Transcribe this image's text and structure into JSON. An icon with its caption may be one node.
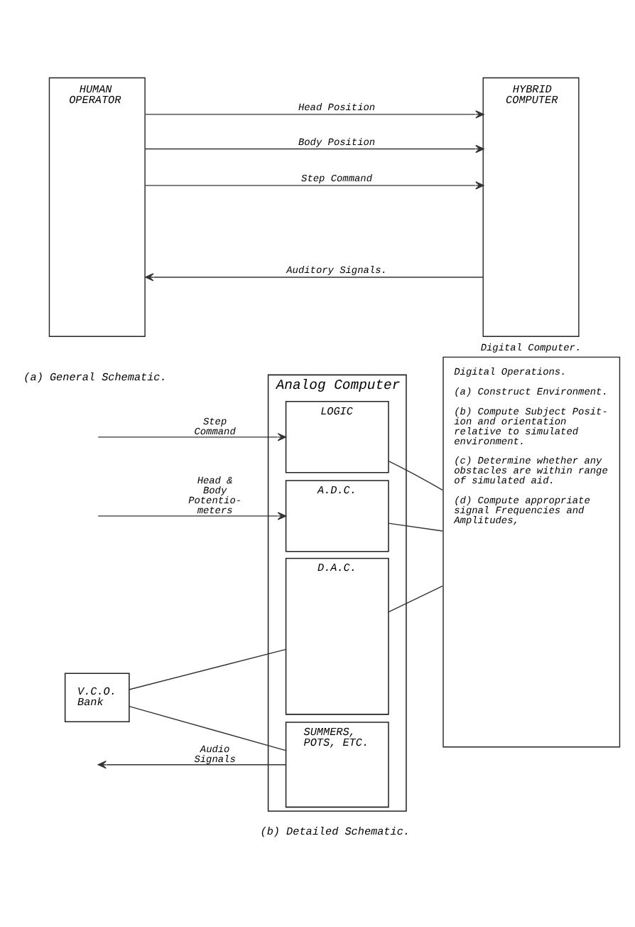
{
  "diagram": {
    "nodes": [
      {
        "text": [
          "HUMAN OPERATOR"
        ]
      },
      {
        "text": [
          "HYBRID COMPUTER"
        ]
      },
      {
        "text": [
          "Analog Computer"
        ]
      },
      {
        "text": [
          "LOGIC"
        ],
        "in": 2
      },
      {
        "text": [
          "A.D.C."
        ],
        "in": 2
      },
      {
        "text": [
          "D.A.C."
        ],
        "in": 2
      },
      {
        "text": [
          "SUMMERS, POTS, ETC."
        ],
        "in": 2
      },
      {
        "text": [
          "Digital Computer.",
          "Digital Operations.",
          "(a) Construct Environment.",
          "(b) Compute Subject Posit- ion and orientation relative to simulated environment.",
          "(c) Determine whether any obstacles are within range of simulated aid.",
          "(d) Compute appropriate signal Frequencies and Amplitudes,"
        ]
      },
      {
        "text": [
          "V.C.O. Bank"
        ]
      }
    ],
    "edges": [
      {
        "from": 0,
        "to": 1,
        "arrow": "to",
        "label": "Head Position"
      },
      {
        "from": 0,
        "to": 1,
        "arrow": "to",
        "label": "Body Position"
      },
      {
        "from": 0,
        "to": 1,
        "arrow": "to",
        "label": "Step Command"
      },
      {
        "from": 1,
        "to": 0,
        "arrow": "to",
        "label": "Auditory Signals."
      },
      {
        "from": null,
        "to": 3,
        "arrow": "to",
        "label": "Step Command"
      },
      {
        "from": 3,
        "to": 7,
        "arrow": "none"
      },
      {
        "from": null,
        "to": 4,
        "arrow": "to",
        "label": "Head & Body Potentio- meters"
      },
      {
        "from": 4,
        "to": 7,
        "arrow": "none"
      },
      {
        "from": 8,
        "to": 5,
        "arrow": "none"
      },
      {
        "from": 5,
        "to": 7,
        "arrow": "none"
      },
      {
        "from": 8,
        "to": 6,
        "arrow": "none"
      },
      {
        "from": 6,
        "to": null,
        "arrow": "to",
        "label": "Audio Signals"
      }
    ],
    "labels": [
      "(a) General Schematic.",
      "(b) Detailed Schematic."
    ]
  }
}
